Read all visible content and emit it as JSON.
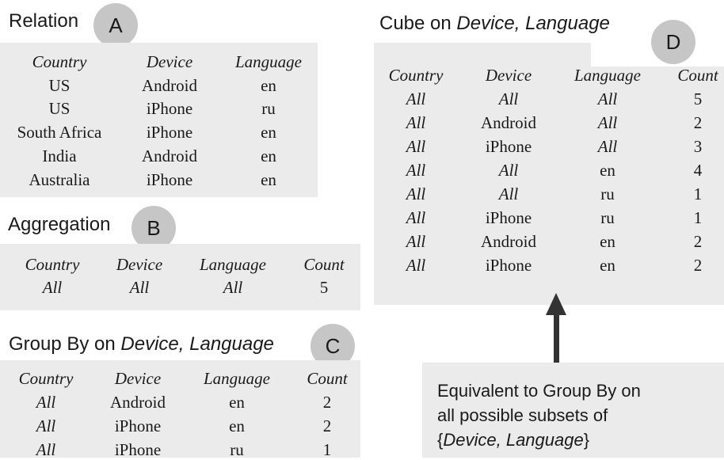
{
  "relation": {
    "title": "Relation",
    "badge": "A",
    "headers": [
      "Country",
      "Device",
      "Language"
    ],
    "rows": [
      [
        "US",
        "Android",
        "en"
      ],
      [
        "US",
        "iPhone",
        "ru"
      ],
      [
        "South Africa",
        "iPhone",
        "en"
      ],
      [
        "India",
        "Android",
        "en"
      ],
      [
        "Australia",
        "iPhone",
        "en"
      ]
    ]
  },
  "aggregation": {
    "title": "Aggregation",
    "badge": "B",
    "headers": [
      "Country",
      "Device",
      "Language",
      "Count"
    ],
    "rows": [
      [
        "All",
        "All",
        "All",
        "5"
      ]
    ]
  },
  "group_by": {
    "title_prefix": "Group By on ",
    "title_italic": "Device, Language",
    "badge": "C",
    "headers": [
      "Country",
      "Device",
      "Language",
      "Count"
    ],
    "rows": [
      [
        "All",
        "Android",
        "en",
        "2"
      ],
      [
        "All",
        "iPhone",
        "en",
        "2"
      ],
      [
        "All",
        "iPhone",
        "ru",
        "1"
      ]
    ]
  },
  "cube": {
    "title_prefix": "Cube on ",
    "title_italic": "Device, Language",
    "badge": "D",
    "headers": [
      "Country",
      "Device",
      "Language",
      "Count"
    ],
    "rows": [
      [
        "All",
        "All",
        "All",
        "5"
      ],
      [
        "All",
        "Android",
        "All",
        "2"
      ],
      [
        "All",
        "iPhone",
        "All",
        "3"
      ],
      [
        "All",
        "All",
        "en",
        "4"
      ],
      [
        "All",
        "All",
        "ru",
        "1"
      ],
      [
        "All",
        "iPhone",
        "ru",
        "1"
      ],
      [
        "All",
        "Android",
        "en",
        "2"
      ],
      [
        "All",
        "iPhone",
        "en",
        "2"
      ]
    ]
  },
  "note": {
    "line1": "Equivalent to Group By on",
    "line2": "all possible subsets of",
    "line3_open": "{",
    "line3_italic": "Device, Language",
    "line3_close": "}"
  }
}
